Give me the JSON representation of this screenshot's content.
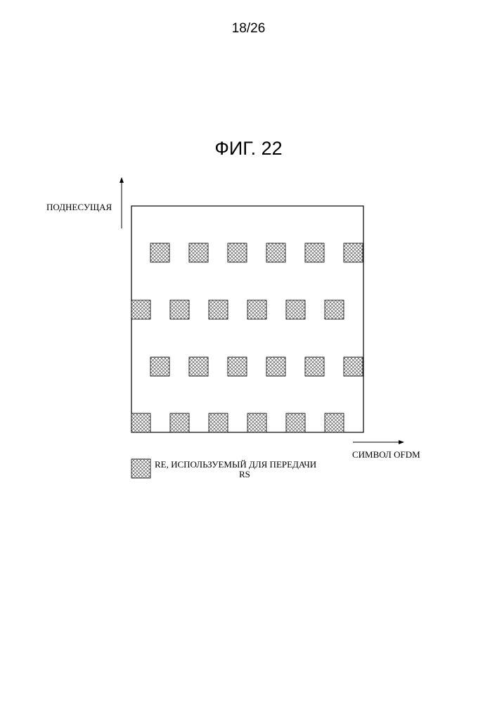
{
  "page_number": "18/26",
  "figure_title": "ФИГ. 22",
  "axes": {
    "y_label": "ПОДНЕСУЩАЯ",
    "x_label": "СИМВОЛ OFDM"
  },
  "legend": {
    "line1": "RE, ИСПОЛЬЗУЕМЫЙ ДЛЯ ПЕРЕДАЧИ",
    "line2": "RS"
  },
  "grid": {
    "rows": [
      {
        "offset": "shifted",
        "count": 6
      },
      {
        "offset": "aligned",
        "count": 6
      },
      {
        "offset": "shifted",
        "count": 6
      },
      {
        "offset": "aligned",
        "count": 6
      }
    ]
  },
  "colors": {
    "line": "#000000",
    "hatch": "#555555"
  }
}
